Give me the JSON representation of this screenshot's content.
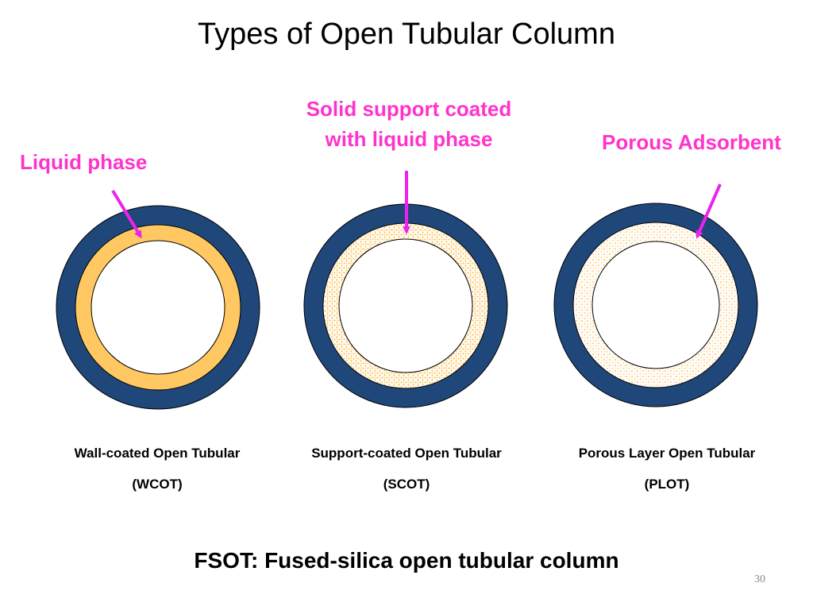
{
  "title": "Types of Open Tubular Column",
  "callouts": {
    "liquid_phase": "Liquid phase",
    "solid_support_line1": "Solid support coated",
    "solid_support_line2": "with liquid phase",
    "porous_adsorbent": "Porous Adsorbent"
  },
  "columns": [
    {
      "name": "Wall-coated Open Tubular",
      "abbr": "(WCOT)"
    },
    {
      "name": "Support-coated Open Tubular",
      "abbr": "(SCOT)"
    },
    {
      "name": "Porous Layer Open Tubular",
      "abbr": "(PLOT)"
    }
  ],
  "footer": "FSOT: Fused-silica open tubular column",
  "page_number": "30",
  "colors": {
    "wall": "#1f477a",
    "liquid_phase": "#ffc862",
    "callout": "#ff33cc",
    "arrow": "#ee22ee"
  }
}
